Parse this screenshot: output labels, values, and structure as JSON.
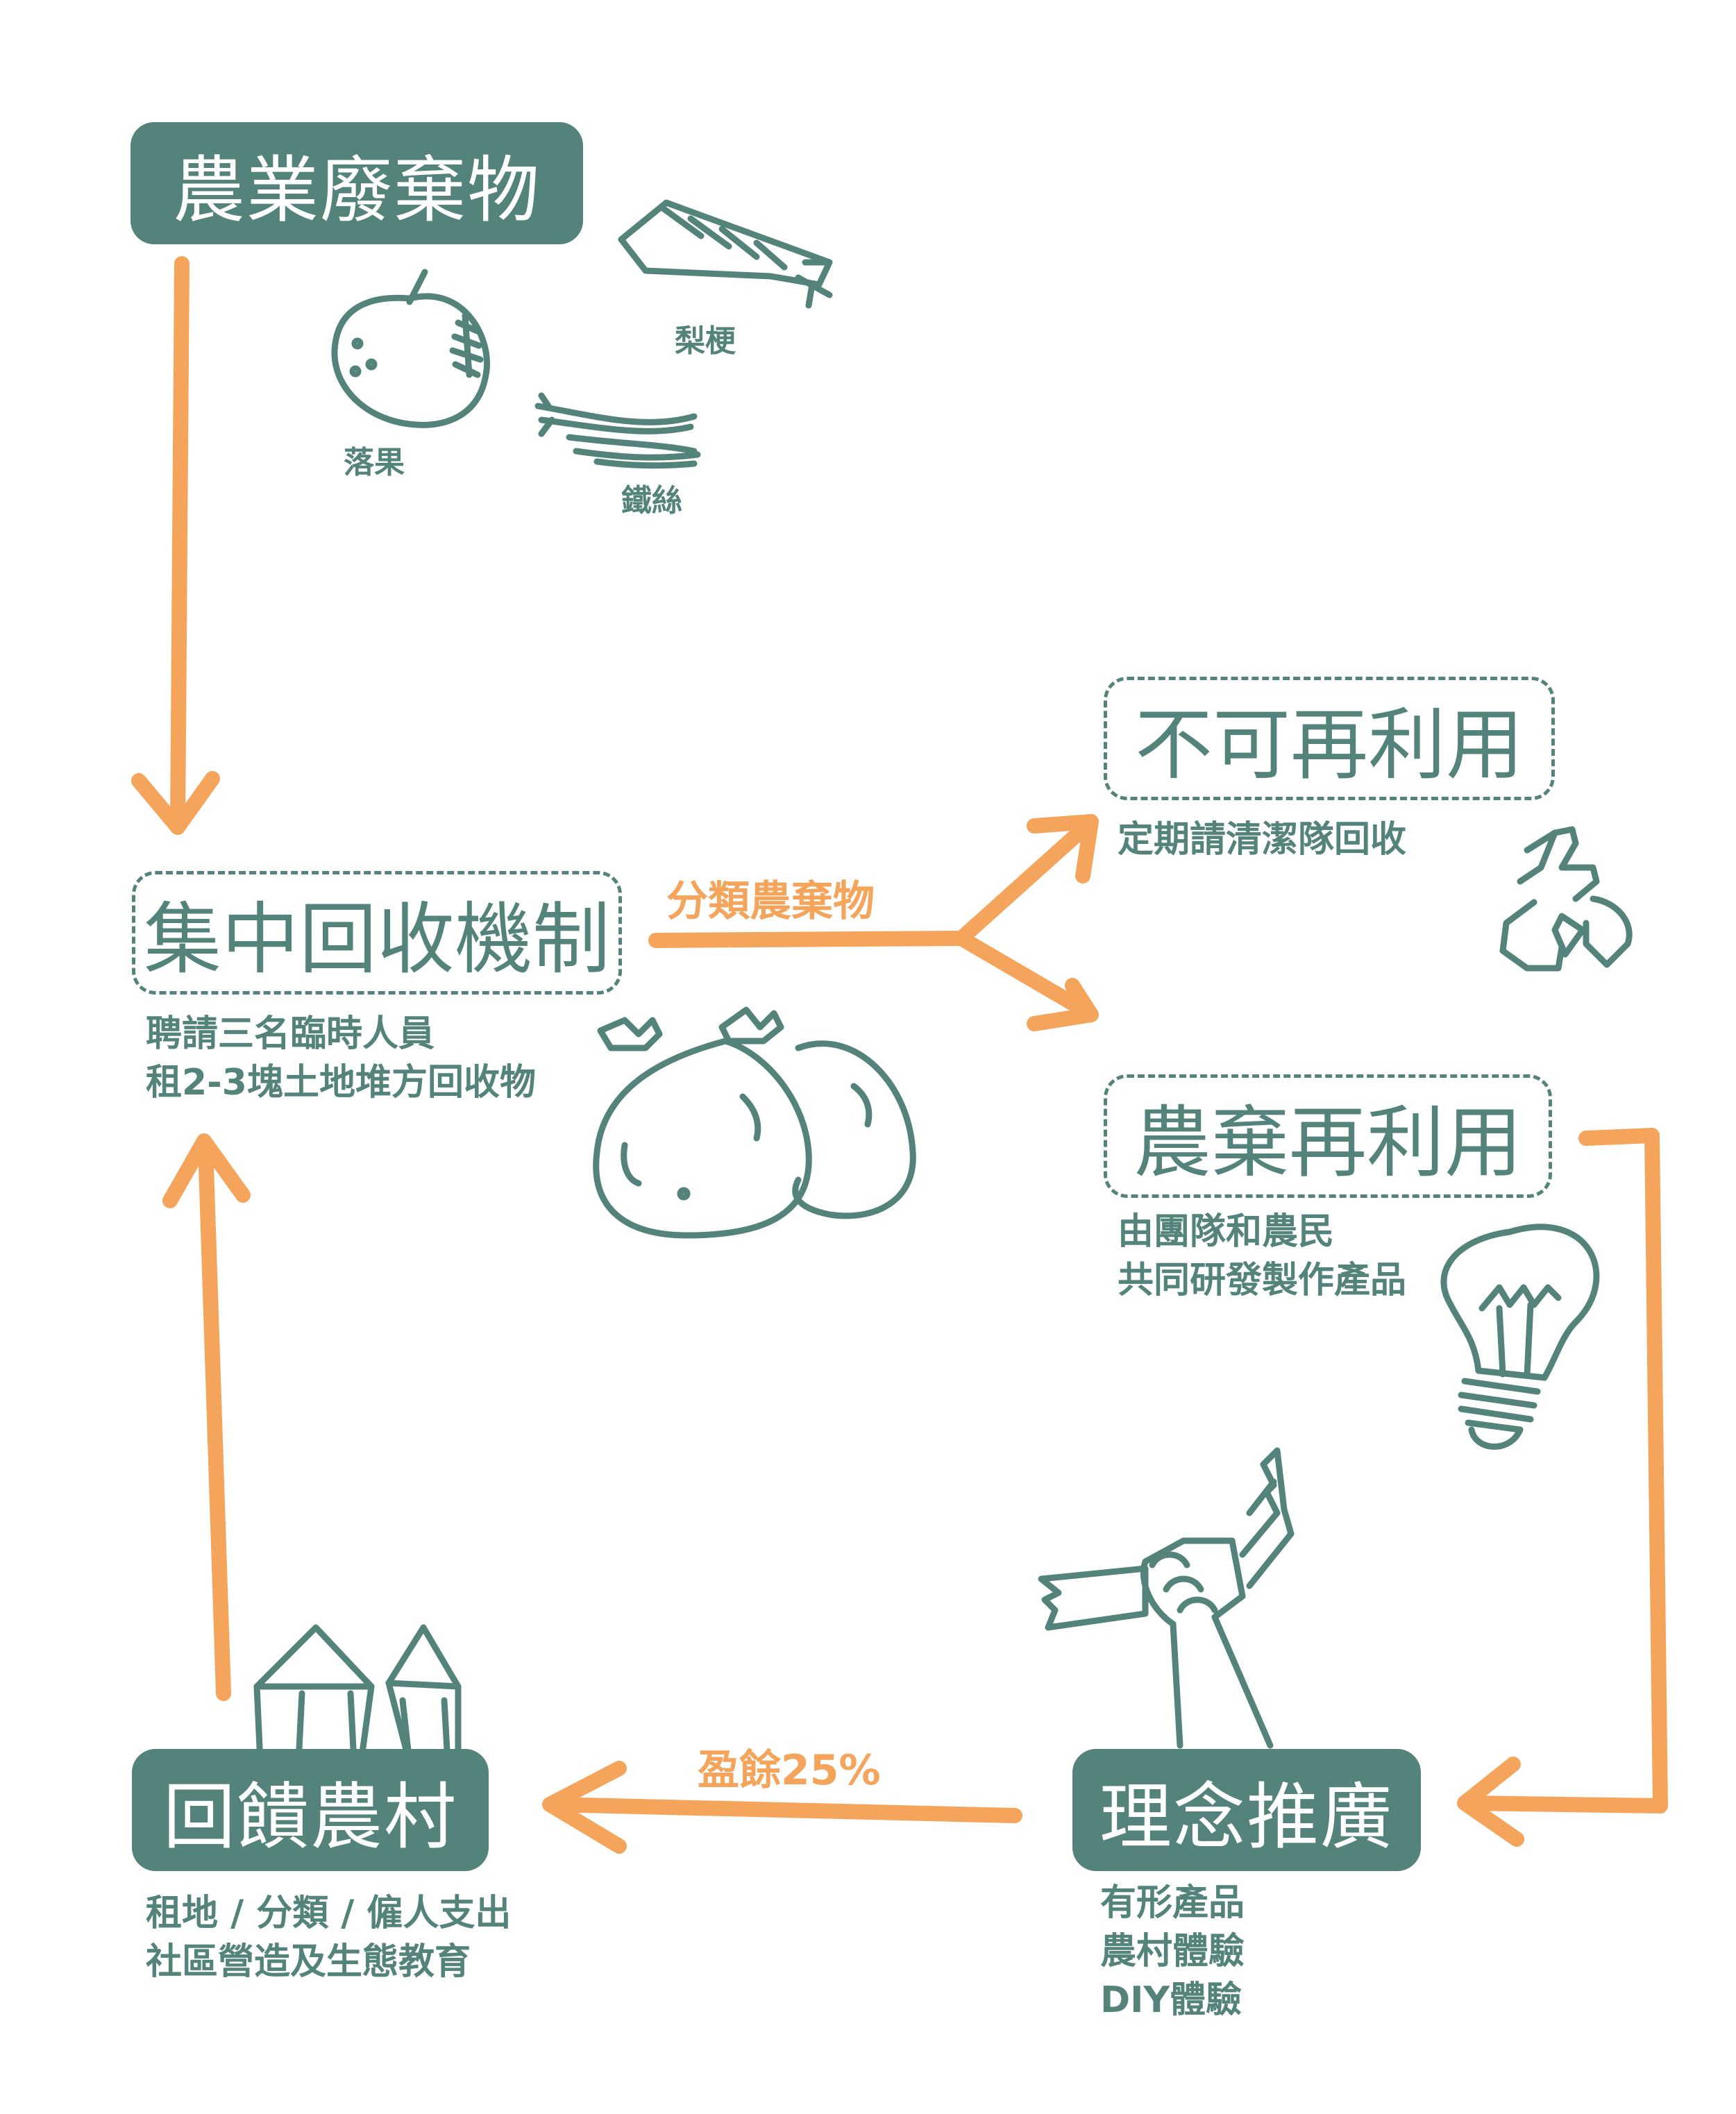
{
  "colors": {
    "primary": "#53837a",
    "accent": "#f4a45b",
    "background": "#ffffff"
  },
  "nodes": {
    "agri_waste": {
      "title": "農業廢棄物"
    },
    "central_collection": {
      "title": "集中回收機制",
      "notes": [
        "聘請三名臨時人員",
        "租2-3塊土地堆方回收物"
      ]
    },
    "non_reusable": {
      "title": "不可再利用",
      "notes": [
        "定期請清潔隊回收"
      ]
    },
    "reusable": {
      "title": "農棄再利用",
      "notes": [
        "由團隊和農民",
        "共同研發製作產品"
      ]
    },
    "promotion": {
      "title": "理念推廣",
      "notes": [
        "有形產品",
        "農村體驗",
        "DIY體驗"
      ]
    },
    "give_back": {
      "title": "回饋農村",
      "notes": [
        "租地 / 分類 / 僱人支出",
        "社區營造及生態教育"
      ]
    }
  },
  "waste_items": {
    "pear_branch": "梨梗",
    "fallen_fruit": "落果",
    "wire": "鐵絲"
  },
  "edge_labels": {
    "sort_waste": "分類農棄物",
    "surplus": "盈餘25%"
  },
  "icons": [
    "fallen-fruit-icon",
    "pear-branch-icon",
    "wire-icon",
    "garbage-bags-icon",
    "recycle-icon",
    "lightbulb-icon",
    "raised-fist-banner-icon",
    "village-houses-icon"
  ]
}
